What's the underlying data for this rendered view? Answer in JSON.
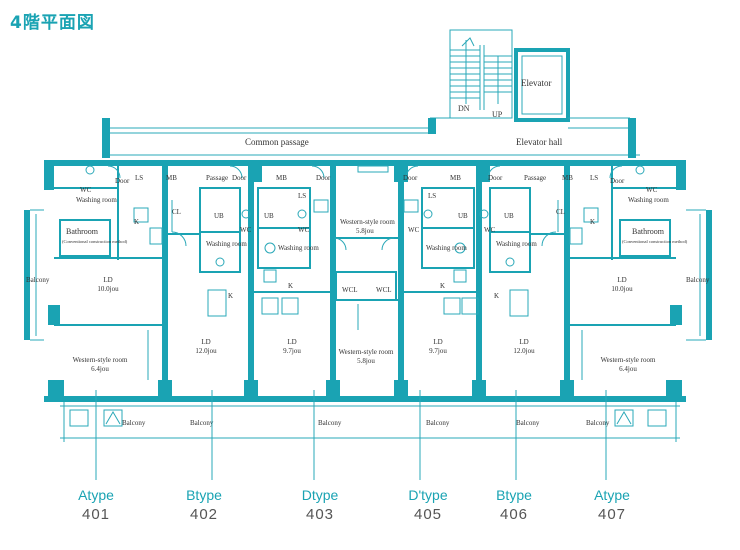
{
  "title": "4階平面図",
  "colors": {
    "wall": "#1aa3b3",
    "line": "#2aa8b8",
    "text": "#333333"
  },
  "labels": {
    "elevator": "Elevator",
    "elevator_hall": "Elevator hall",
    "common_passage": "Common passage",
    "dn": "DN",
    "up": "UP",
    "door": "Door",
    "ls": "LS",
    "mb": "MB",
    "passage": "Passage",
    "wc": "WC",
    "ub": "UB",
    "cl": "CL",
    "k": "K",
    "wcl": "WCL",
    "balcony": "Balcony",
    "washing_room": "Washing room",
    "bathroom": "Bathroom",
    "bathroom_note": "(Conventional construction method)",
    "western_room_center": "Western-style room",
    "western_room_center_size": "5.8jou"
  },
  "units": [
    {
      "type": "Atype",
      "number": "401",
      "ld": "LD",
      "ld_size": "10.0jou",
      "room": "Western-style room",
      "room_size": "6.4jou"
    },
    {
      "type": "Btype",
      "number": "402",
      "ld": "LD",
      "ld_size": "12.0jou"
    },
    {
      "type": "Dtype",
      "number": "403",
      "ld": "LD",
      "ld_size": "9.7jou",
      "room": "Western-style room",
      "room_size": "5.8jou"
    },
    {
      "type": "D'type",
      "number": "405",
      "ld": "LD",
      "ld_size": "9.7jou"
    },
    {
      "type": "Btype",
      "number": "406",
      "ld": "LD",
      "ld_size": "12.0jou"
    },
    {
      "type": "Atype",
      "number": "407",
      "ld": "LD",
      "ld_size": "10.0jou",
      "room": "Western-style room",
      "room_size": "6.4jou"
    }
  ]
}
